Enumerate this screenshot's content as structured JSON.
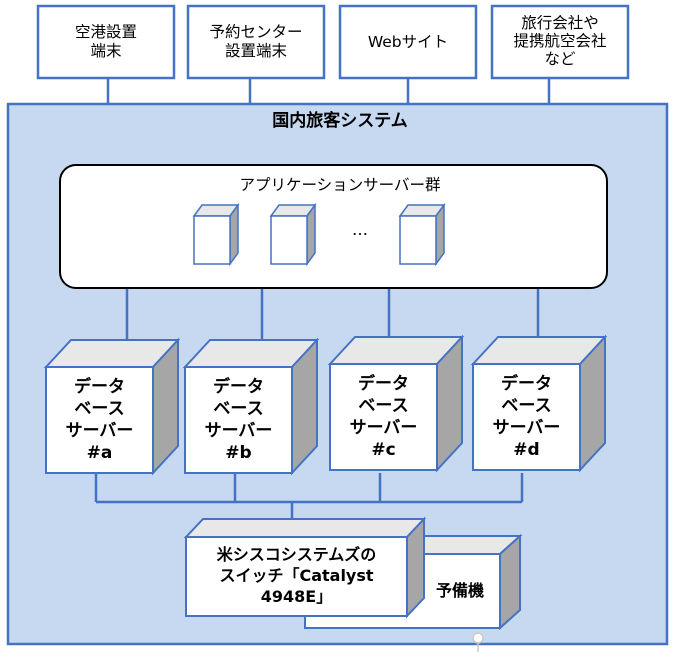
{
  "terminals": [
    {
      "label": "空港設置\n端末"
    },
    {
      "label": "予約センター\n設置端末"
    },
    {
      "label": "Webサイト"
    },
    {
      "label": "旅行会社や\n提携航空会社\nなど"
    }
  ],
  "system": {
    "title": "国内旅客システム"
  },
  "app_group": {
    "title": "アプリケーションサーバー群",
    "ellipsis": "…"
  },
  "db_servers": [
    {
      "label": "データ\nベース\nサーバー\n#a"
    },
    {
      "label": "データ\nベース\nサーバー\n#b"
    },
    {
      "label": "データ\nベース\nサーバー\n#c"
    },
    {
      "label": "データ\nベース\nサーバー\n#d"
    }
  ],
  "switch": {
    "label": "米シスコシステムズの\nスイッチ「Catalyst\n4948E」"
  },
  "spare": {
    "label": "予備機"
  },
  "colors": {
    "system_bg": "#c6d9f0",
    "border_blue": "#4472c4",
    "cube_top": "#e8e8e8",
    "cube_side": "#a6a6a6",
    "text": "#000000"
  }
}
